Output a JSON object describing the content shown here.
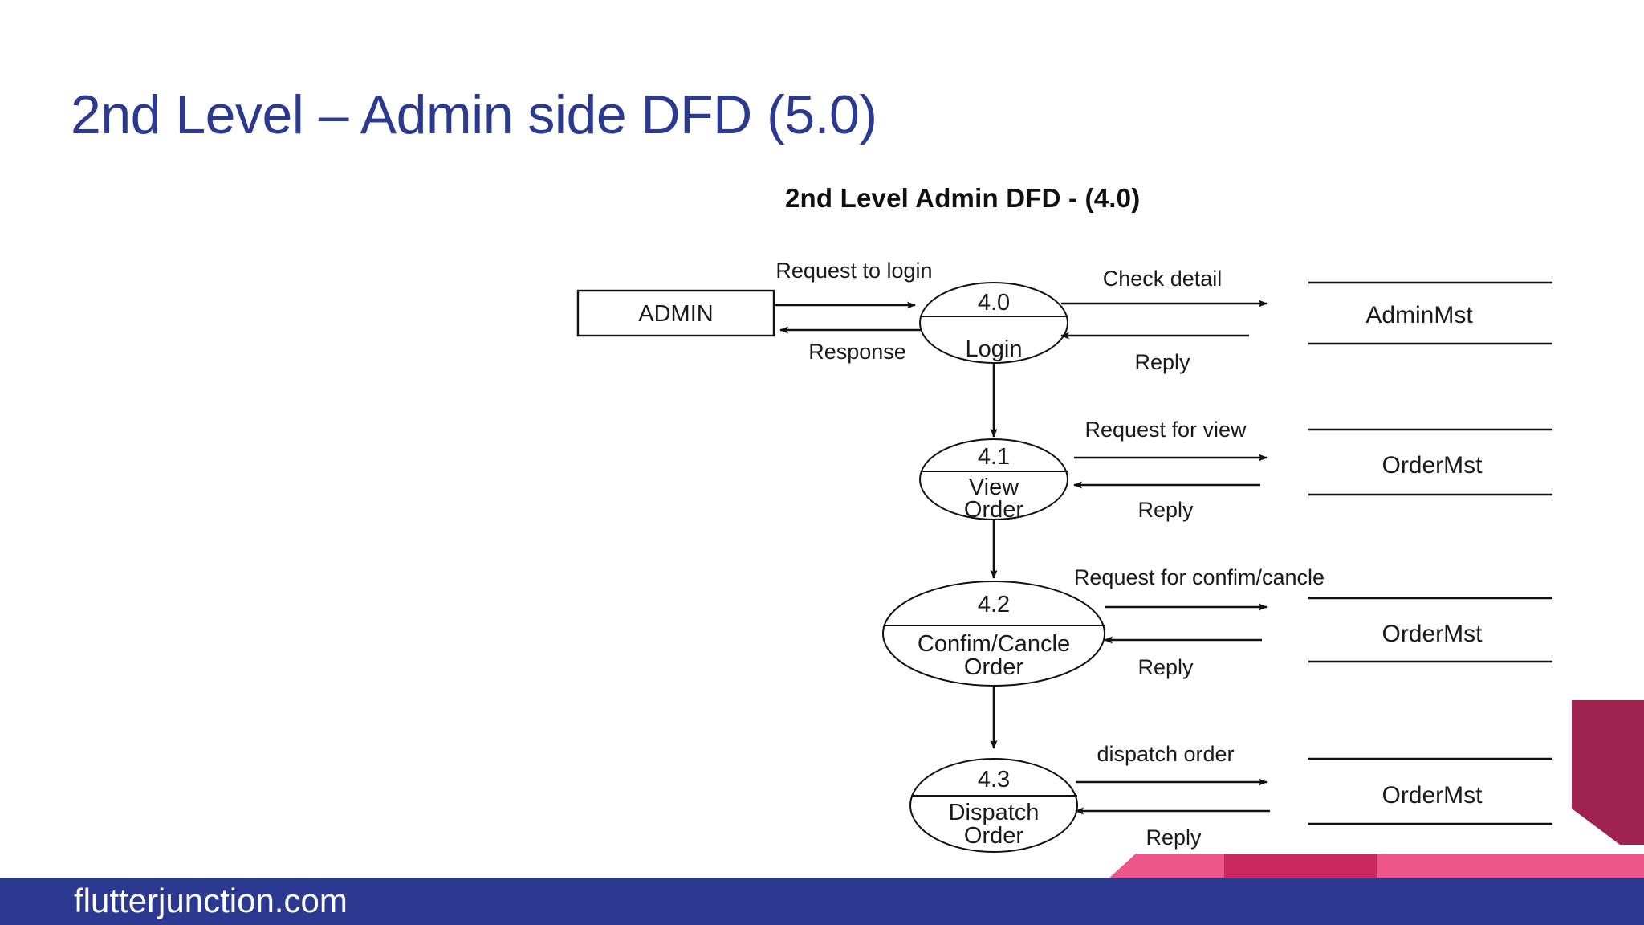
{
  "slide": {
    "title": "2nd Level – Admin side DFD (5.0)",
    "title_color": "#2b3990",
    "background": "#ffffff"
  },
  "footer": {
    "site": "flutterjunction.com",
    "bar_color": "#2b3990",
    "text_color": "#ffffff"
  },
  "decoration": {
    "pink_light": "#ee5588",
    "pink_dark": "#c9285e",
    "magenta_dark": "#a0224f"
  },
  "diagram": {
    "heading": "2nd Level Admin DFD - (4.0)",
    "external_entity": {
      "label": "ADMIN"
    },
    "processes": [
      {
        "id": "4.0",
        "name_line1": "Login",
        "name_line2": ""
      },
      {
        "id": "4.1",
        "name_line1": "View",
        "name_line2": "Order"
      },
      {
        "id": "4.2",
        "name_line1": "Confim/Cancle",
        "name_line2": "Order"
      },
      {
        "id": "4.3",
        "name_line1": "Dispatch",
        "name_line2": "Order"
      }
    ],
    "data_stores": [
      {
        "label": "AdminMst"
      },
      {
        "label": "OrderMst"
      },
      {
        "label": "OrderMst"
      },
      {
        "label": "OrderMst"
      }
    ],
    "flows": {
      "request_to_login": "Request to login",
      "response": "Response",
      "check_detail": "Check detail",
      "reply_1": "Reply",
      "request_for_view": "Request for view",
      "reply_2": "Reply",
      "request_for_confirm_cancel": "Request for confim/cancle",
      "reply_3": "Reply",
      "dispatch_order": "dispatch order",
      "reply_4": "Reply"
    }
  }
}
